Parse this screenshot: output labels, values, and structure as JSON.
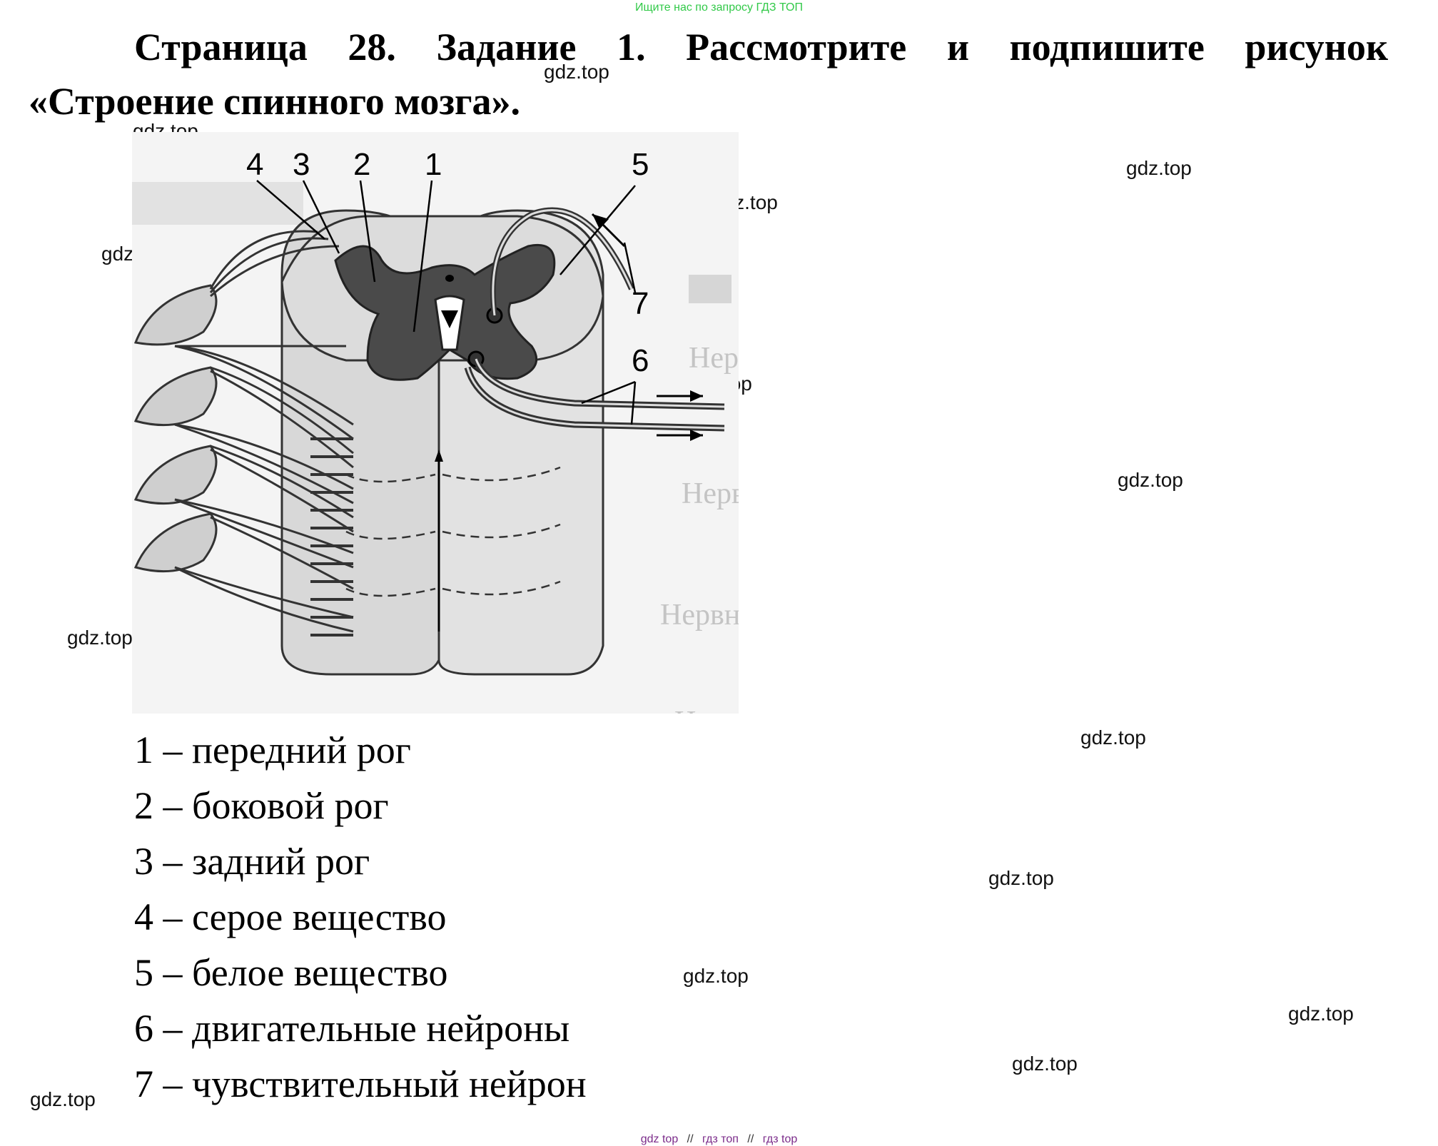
{
  "banner": "Ищите нас по запросу ГДЗ ТОП",
  "title_line1": "Страница 28. Задание 1. Рассмотрите и подпишите рисунок",
  "title_line2": "«Строение спинного мозга».",
  "watermark": "gdz.top",
  "figure": {
    "labels": [
      "1",
      "2",
      "3",
      "4",
      "5",
      "6",
      "7"
    ],
    "faint_text": [
      "Нер",
      "Нерв",
      "Нервн",
      "Непн"
    ]
  },
  "answers": [
    "1 – передний рог",
    "2 – боковой рог",
    "3 – задний рог",
    "4 – серое вещество",
    "5 – белое вещество",
    "6 – двигательные нейроны",
    "7 – чувствительный нейрон"
  ],
  "footer": [
    "gdz top",
    "//",
    "гдз топ",
    "//",
    "гдз top"
  ]
}
